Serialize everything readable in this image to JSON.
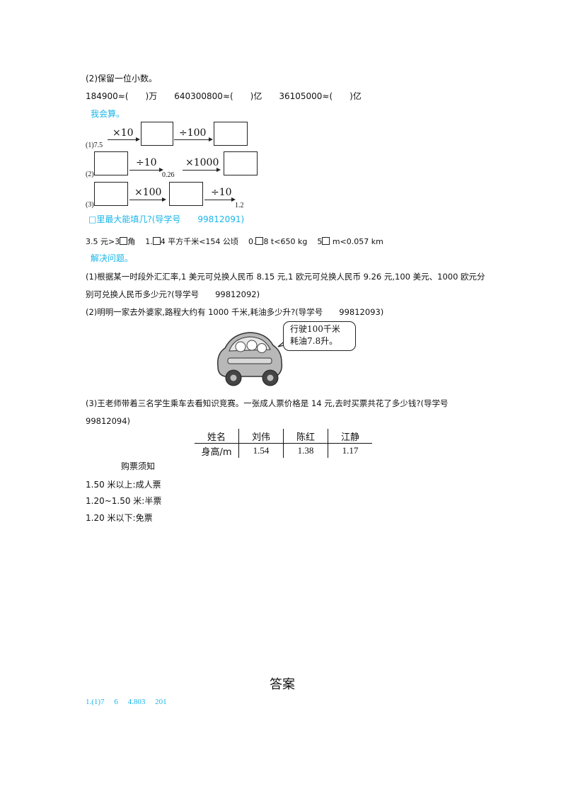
{
  "q_round": {
    "heading": "(2)保留一位小数。",
    "line": "184900≈(  )万  640300800≈(  )亿  36105000≈(  )亿"
  },
  "section_calc": {
    "heading": "我会算。",
    "row1": {
      "label": "(1)7.5",
      "op1": "×10",
      "op2": "÷100"
    },
    "row2": {
      "label": "(2)",
      "op1": "÷10",
      "mid": "0.26",
      "op2": "×1000"
    },
    "row3": {
      "label": "(3)",
      "op1": "×100",
      "op2": "÷10",
      "end": "1.2"
    }
  },
  "section_fill": {
    "heading": "□里最大能填几?(导学号  99812091)",
    "item1_a": "3.5 元>3",
    "item1_b": "角",
    "item2_a": "1.",
    "item2_b": "4 平方千米<154 公顷",
    "item3_a": "0.",
    "item3_b": "8  t<650  kg",
    "item4_a": "5",
    "item4_b": "m<0.057  km"
  },
  "section_solve": {
    "heading": "解决问题。",
    "q1_line1": "(1)根据某一时段外汇汇率,1 美元可兑换人民币 8.15 元,1 欧元可兑换人民币 9.26 元,100 美元、1000 欧元分",
    "q1_line2": "别可兑换人民币多少元?(导学号  99812092)",
    "q2": "(2)明明一家去外婆家,路程大约有 1000 千米,耗油多少升?(导学号  99812093)",
    "bubble_line1": "行驶100千米",
    "bubble_line2": "耗油7.8升。",
    "q3_line1": "(3)王老师带着三名学生乘车去看知识竞赛。一张成人票价格是 14 元,去时买票共花了多少钱?(导学号",
    "q3_line2": "99812094)"
  },
  "height_table": {
    "headers": [
      "姓名",
      "刘伟",
      "陈红",
      "江静"
    ],
    "row_label": "身高/m",
    "values": [
      "1.54",
      "1.38",
      "1.17"
    ]
  },
  "ticket_notice": {
    "title": "购票须知",
    "rules": [
      "1.50 米以上:成人票",
      "1.20~1.50 米:半票",
      "1.20 米以下:免票"
    ]
  },
  "answers": {
    "title": "答案",
    "line": "1.(1)7  6  4.803  201"
  },
  "colors": {
    "accent": "#19b6e8",
    "text": "#111111"
  }
}
